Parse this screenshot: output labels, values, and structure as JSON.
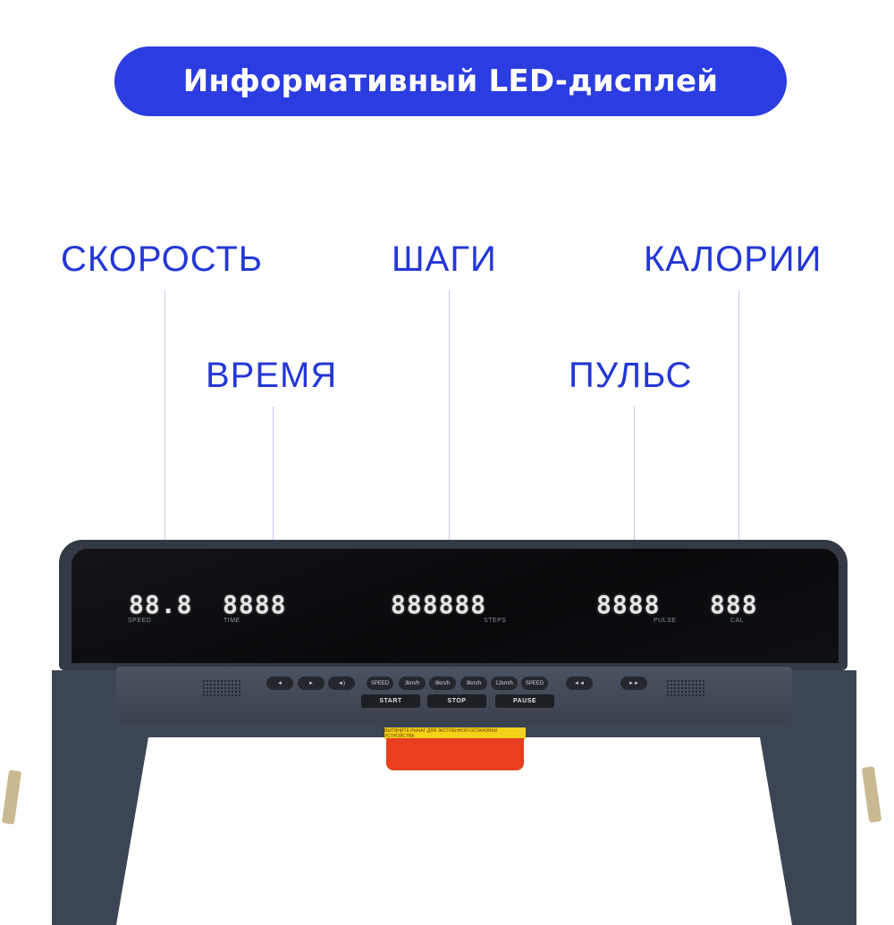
{
  "banner": {
    "title": "Информативный LED-дисплей"
  },
  "labels": {
    "speed": "СКОРОСТЬ",
    "time": "ВРЕМЯ",
    "steps": "ШАГИ",
    "pulse": "ПУЛЬС",
    "calories": "КАЛОРИИ"
  },
  "display": {
    "speed_value": "88.8",
    "speed_caption": "SPEED",
    "time_value": "8888",
    "time_caption": "TIME",
    "steps_value": "888888",
    "steps_caption": "STEPS",
    "pulse_value": "8888",
    "pulse_caption": "PULSE",
    "cal_value": "888",
    "cal_caption": "CAL"
  },
  "controls": {
    "speed_down": "SPEED",
    "preset_1": "3km/h",
    "preset_2": "6km/h",
    "preset_3": "9km/h",
    "preset_4": "12km/h",
    "speed_up": "SPEED",
    "start": "START",
    "stop": "STOP",
    "pause": "PAUSE"
  },
  "safety_tag": "ВЫТЯНИТЕ РЫЧАГ ДЛЯ ЭКСТРЕННОЙ ОСТАНОВКИ УСТРОЙСТВА",
  "colors": {
    "accent": "#2b3de0",
    "label": "#2437d6",
    "key": "#e8401f"
  }
}
